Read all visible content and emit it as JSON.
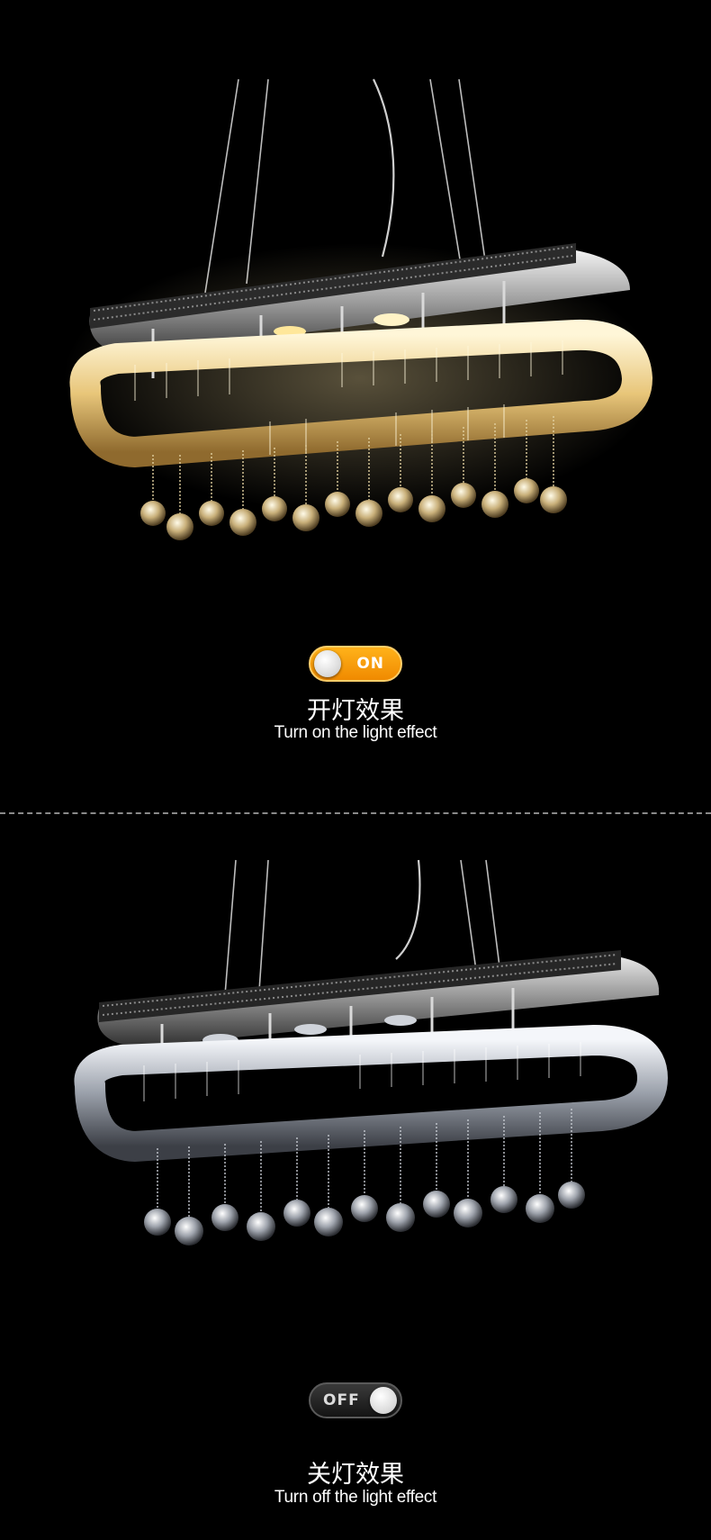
{
  "sections": [
    {
      "state": "on",
      "toggle_label": "ON",
      "caption_zh": "开灯效果",
      "caption_en": "Turn on the light effect",
      "accent": "#f59a00"
    },
    {
      "state": "off",
      "toggle_label": "OFF",
      "caption_zh": "关灯效果",
      "caption_en": "Turn off the light effect",
      "accent": "#2a2a2a"
    }
  ],
  "icons": [
    "chandelier-lit-image",
    "chandelier-unlit-image",
    "toggle-switch-icon"
  ]
}
